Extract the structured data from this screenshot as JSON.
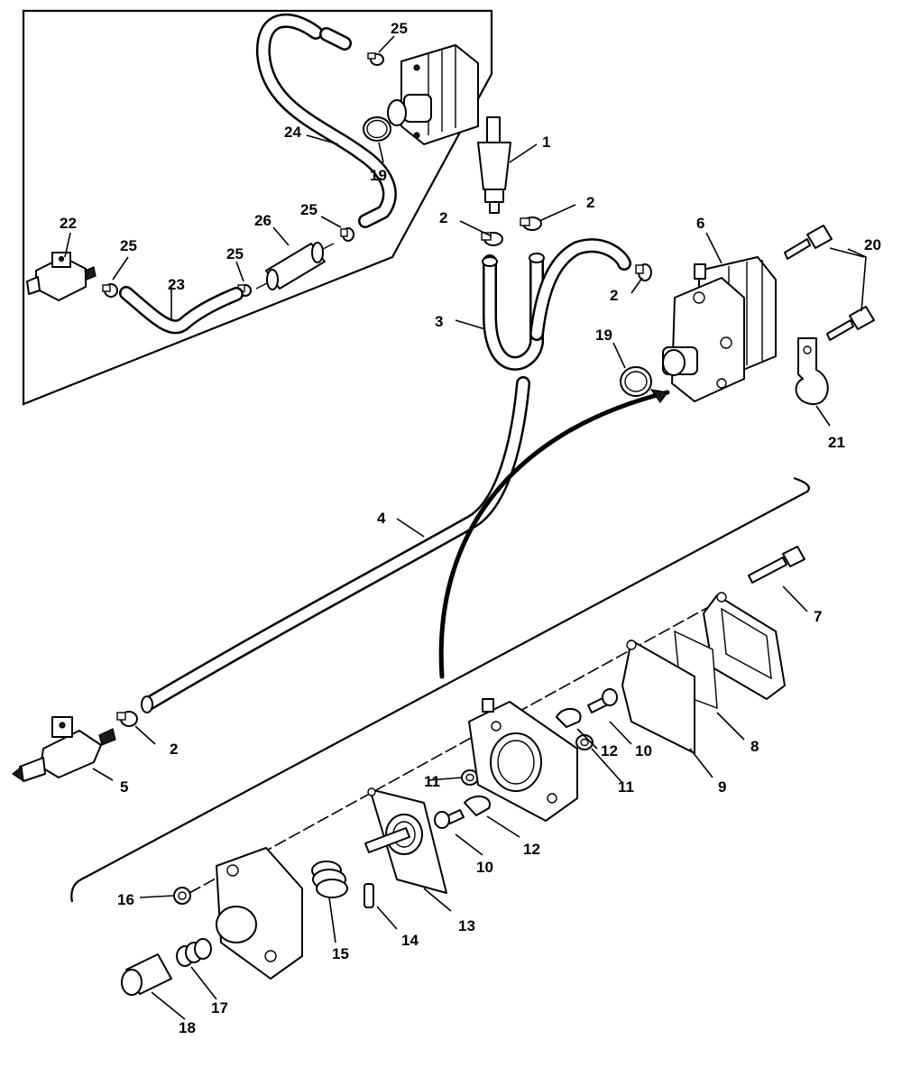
{
  "callouts": {
    "c1": "1",
    "c2a": "2",
    "c2b": "2",
    "c2c": "2",
    "c2d": "2",
    "c3": "3",
    "c4": "4",
    "c5": "5",
    "c6": "6",
    "c7": "7",
    "c8": "8",
    "c9": "9",
    "c10a": "10",
    "c10b": "10",
    "c11a": "11",
    "c11b": "11",
    "c12a": "12",
    "c12b": "12",
    "c13": "13",
    "c14": "14",
    "c15": "15",
    "c16": "16",
    "c17": "17",
    "c18": "18",
    "c19a": "19",
    "c19b": "19",
    "c20": "20",
    "c21": "21",
    "c22": "22",
    "c23": "23",
    "c24": "24",
    "c25a": "25",
    "c25b": "25",
    "c25c": "25",
    "c25d": "25",
    "c26": "26"
  },
  "colors": {
    "line": "#000000",
    "background": "#ffffff"
  }
}
